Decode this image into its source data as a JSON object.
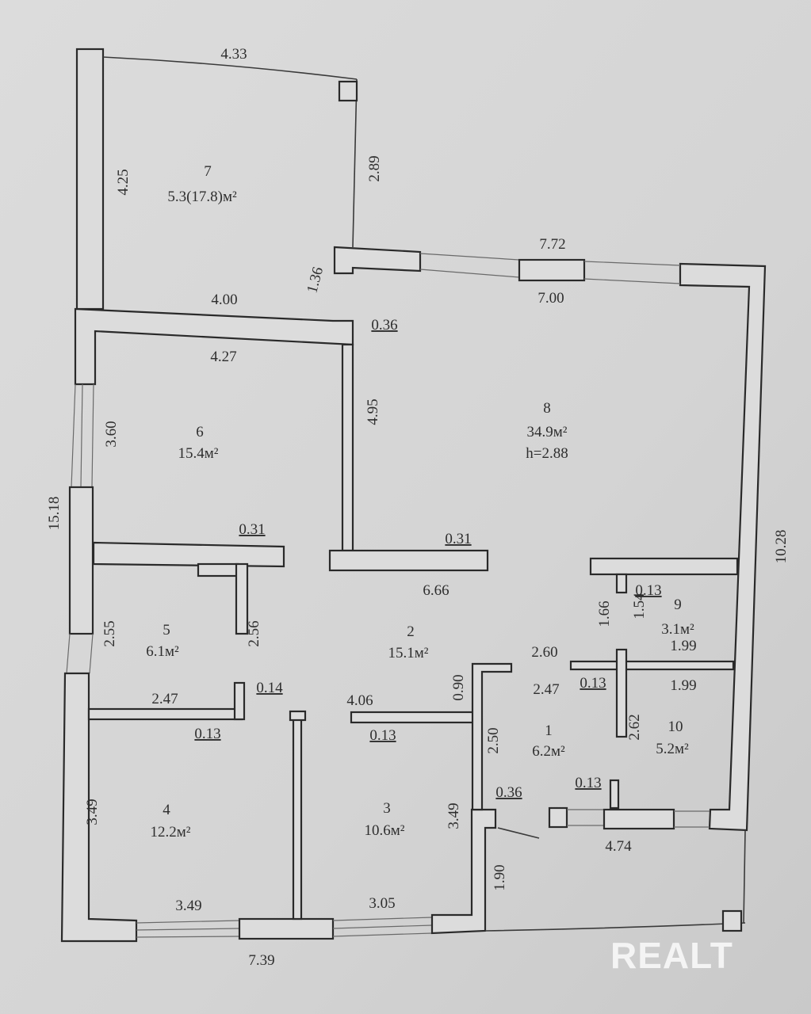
{
  "rooms": {
    "r7": {
      "num": "7",
      "area": "5.3(17.8)м²"
    },
    "r6": {
      "num": "6",
      "area": "15.4м²"
    },
    "r8": {
      "num": "8",
      "area": "34.9м²",
      "height": "h=2.88"
    },
    "r5": {
      "num": "5",
      "area": "6.1м²"
    },
    "r2": {
      "num": "2",
      "area": "15.1м²"
    },
    "r9": {
      "num": "9",
      "area": "3.1м²"
    },
    "r1": {
      "num": "1",
      "area": "6.2м²"
    },
    "r10": {
      "num": "10",
      "area": "5.2м²"
    },
    "r4": {
      "num": "4",
      "area": "12.2м²"
    },
    "r3": {
      "num": "3",
      "area": "10.6м²"
    }
  },
  "dims_h": [
    "4.33",
    "7.72",
    "7.00",
    "4.00",
    "0.36",
    "4.27",
    "0.31",
    "0.31",
    "6.66",
    "0.13",
    "2.60",
    "1.99",
    "0.13",
    "1.99",
    "2.47",
    "0.14",
    "2.47",
    "0.13",
    "4.06",
    "0.13",
    "0.13",
    "0.36",
    "4.74",
    "3.49",
    "3.05",
    "7.39"
  ],
  "dims_v": [
    "4.25",
    "2.89",
    "1.36",
    "4.95",
    "3.60",
    "15.18",
    "10.28",
    "1.66",
    "1.54",
    "2.55",
    "2.56",
    "0.90",
    "2.50",
    "2.62",
    "3.49",
    "3.49",
    "1.90"
  ],
  "watermark": "REALT"
}
